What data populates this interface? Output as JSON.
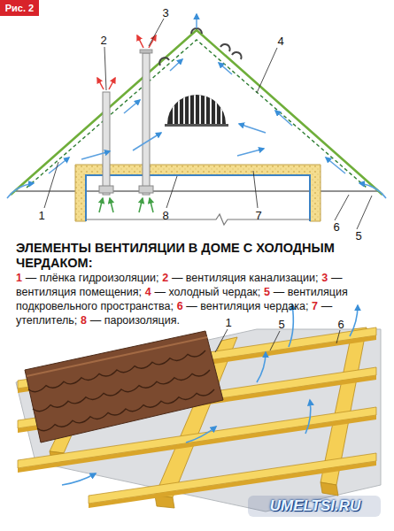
{
  "diagram": {
    "title": "ЭЛЕМЕНТЫ ВЕНТИЛЯЦИИ В ДОМЕ С ХОЛОДНЫМ ЧЕРДАКОМ:",
    "nodes": [
      {
        "text": [
          "Рис. 2"
        ]
      }
    ],
    "labels": [
      "3",
      "2",
      "4",
      "1",
      "8",
      "7",
      "6",
      "5",
      "1",
      "— плёнка гидроизоляции;",
      "2",
      "— вентиляция канализации;",
      "3",
      "— вентиляция помещения;",
      "4",
      "— холодный чердак;",
      "5",
      "— вентиляция подкровельного пространства;",
      "6",
      "— вентиляция чердака;",
      "7",
      "— утеплитель;",
      "8",
      "— пароизоляция.",
      "1",
      "5",
      "6",
      "UMELTSI.RU"
    ]
  }
}
